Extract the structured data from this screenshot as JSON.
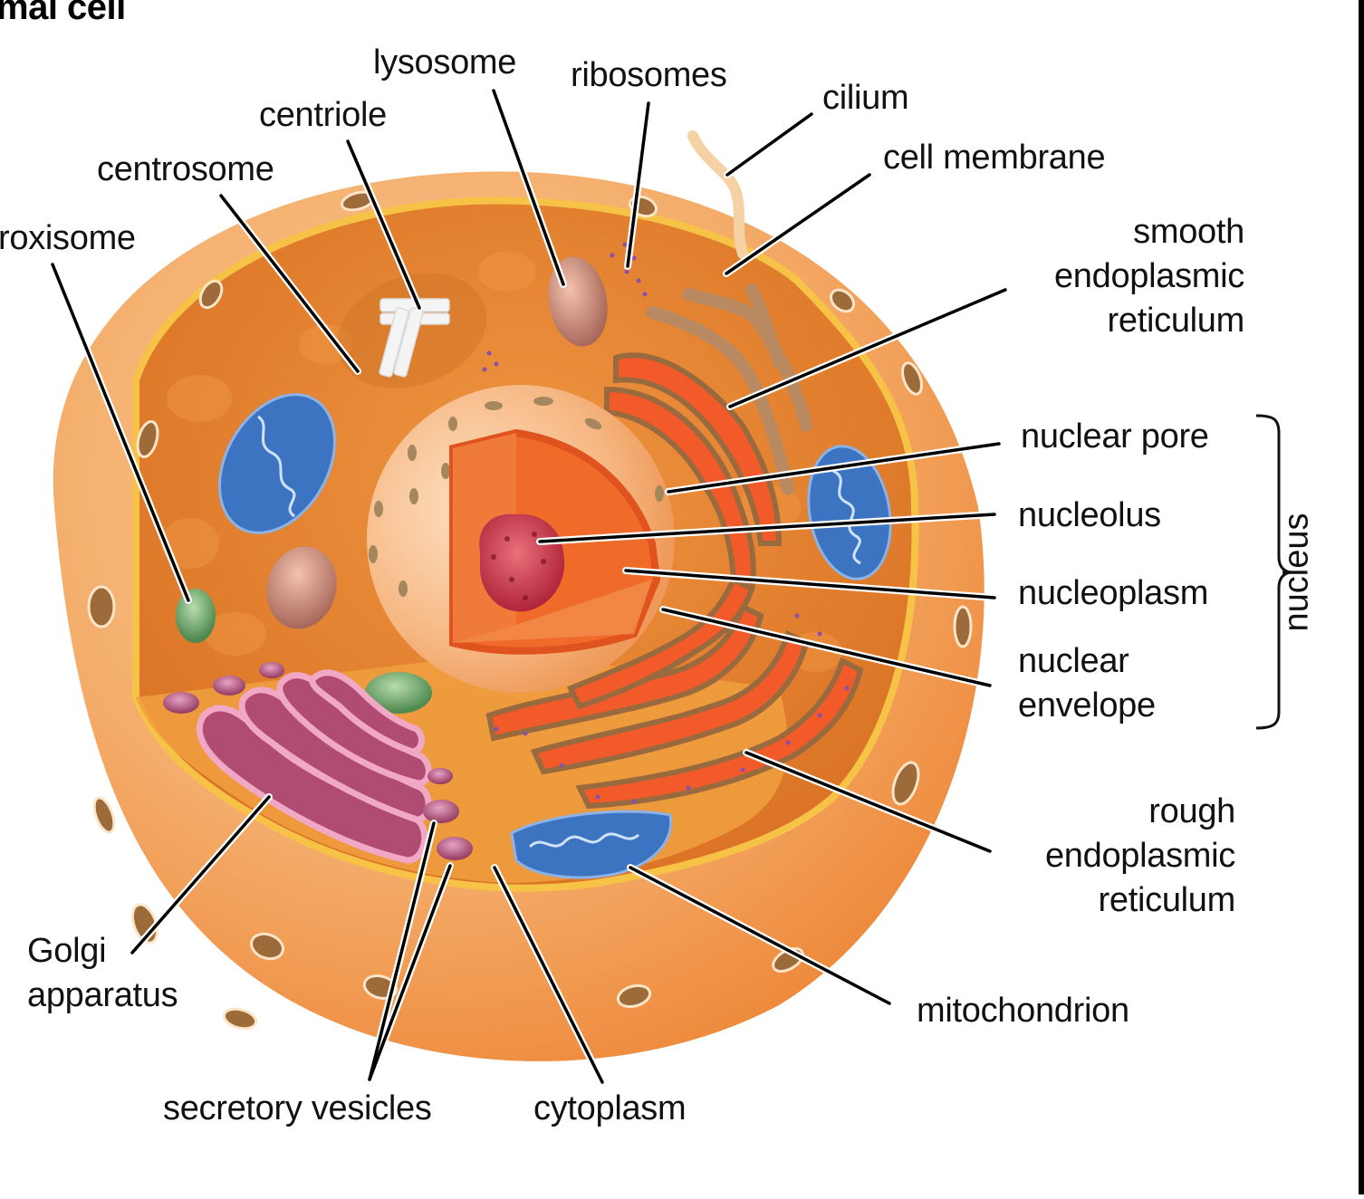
{
  "figure": {
    "title": "mal cell",
    "group_label": "nucleus"
  },
  "labels": {
    "lysosome": "lysosome",
    "ribosomes": "ribosomes",
    "centriole": "centriole",
    "cilium": "cilium",
    "centrosome": "centrosome",
    "cell_membrane": "cell membrane",
    "peroxisome": "roxisome",
    "smooth_er": [
      "smooth",
      "endoplasmic",
      "reticulum"
    ],
    "nuclear_pore": "nuclear pore",
    "nucleolus": "nucleolus",
    "nucleoplasm": "nucleoplasm",
    "nuclear_envelope": [
      "nuclear",
      "envelope"
    ],
    "rough_er": [
      "rough",
      "endoplasmic",
      "reticulum"
    ],
    "golgi": [
      "Golgi",
      "apparatus"
    ],
    "mitochondrion": "mitochondrion",
    "secretory_vesicles": "secretory vesicles",
    "cytoplasm": "cytoplasm"
  },
  "colors": {
    "outer_membrane": "#f3a866",
    "outer_membrane_light": "#f8c48e",
    "cytoplasm": "#e07c2c",
    "cytoplasm_light": "#f0a347",
    "membrane_line": "#f7c347",
    "nucleus_shell": "#f5c094",
    "nucleoplasm": "#f06a2a",
    "nucleolus": "#c2344a",
    "mitochondrion": "#3d74c2",
    "golgi": "#b04b73",
    "rough_er": "#f35a2a",
    "peroxisome": "#6da36a",
    "lysosome": "#cf8d80",
    "ribosome_dots": "#8a4fa8"
  }
}
